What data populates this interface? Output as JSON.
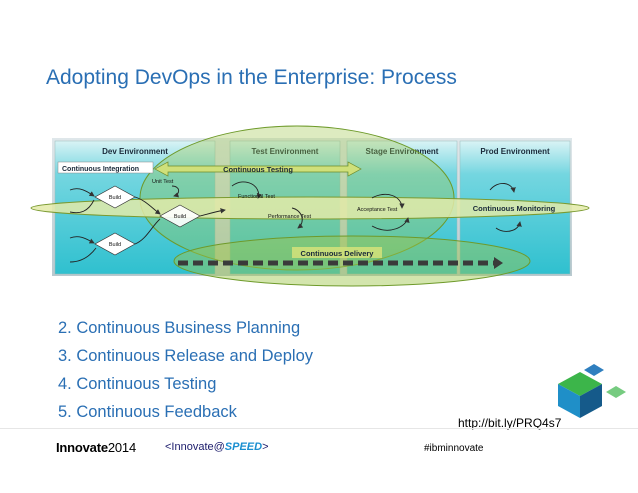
{
  "slide": {
    "title": "Adopting DevOps in the Enterprise: Process",
    "link": "http://bit.ly/PRQ4s7",
    "points": [
      "2. Continuous Business Planning",
      "3. Continuous Release and Deploy",
      "4. Continuous Testing",
      "5. Continuous Feedback"
    ]
  },
  "diagram": {
    "environments": [
      "Dev Environment",
      "Test Environment",
      "Stage Environment",
      "Prod Environment"
    ],
    "practices": {
      "integration": "Continuous Integration",
      "testing": "Continuous Testing",
      "monitoring": "Continuous Monitoring",
      "delivery": "Continuous Delivery"
    },
    "nodes": {
      "build_1": "Build",
      "build_2": "Build",
      "build_3": "Build",
      "unit_test": "Unit Test",
      "functional_test": "Functional Test",
      "performance_test": "Performance Test",
      "acceptance_test": "Acceptance Test"
    },
    "colors": {
      "panel": "#3cc9d6",
      "header": "#cfeef2",
      "ellipse": "#9dc54a",
      "monitoring_band": "#e3eaa8",
      "title": "#2a6fb4"
    }
  },
  "footer": {
    "logo_innovate": "Innovate",
    "logo_year": "2014",
    "speed_prefix": "<Innovate@",
    "speed_word": "SPEED",
    "speed_suffix": ">",
    "hashtag": "#ibminnovate"
  }
}
